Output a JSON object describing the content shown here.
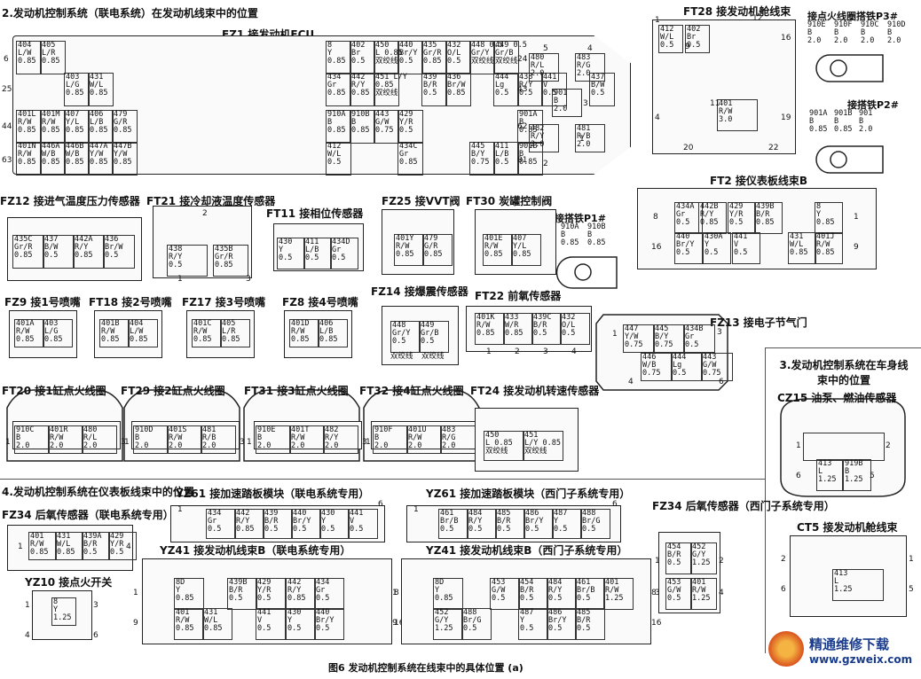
{
  "section1_title": "2.发动机控制系统（联电系统）在发动机线束中的位置",
  "section2_title": "3.发动机控制系统在车身线束中的位置",
  "section3_title": "4.发动机控制系统在仪表板线束中的位置",
  "figure_caption": "图6  发动机控制系统在线束中的具体位置 (a)",
  "watermark": {
    "site_cn": "精通维修下载",
    "url": "www.gzweix.com"
  },
  "ground_p3": {
    "title": "接点火线圈搭铁P3#",
    "pins": [
      {
        "code": "910E",
        "color": "B",
        "size": "2.0"
      },
      {
        "code": "910F",
        "color": "B",
        "size": "2.0"
      },
      {
        "code": "910C",
        "color": "B",
        "size": "2.0"
      },
      {
        "code": "910D",
        "color": "B",
        "size": "2.0"
      }
    ]
  },
  "ground_p2": {
    "title": "接搭铁P2#",
    "pins": [
      {
        "code": "901A",
        "color": "B",
        "size": "0.85"
      },
      {
        "code": "901B",
        "color": "B",
        "size": "0.85"
      },
      {
        "code": "901",
        "color": "B",
        "size": "2.0"
      }
    ]
  },
  "ground_p1": {
    "title": "接搭铁P1#",
    "pins": [
      {
        "code": "910A",
        "color": "B",
        "size": "0.85"
      },
      {
        "code": "910B",
        "color": "B",
        "size": "0.85"
      }
    ]
  },
  "connectors": {
    "fz1": {
      "title": "FZ1 接发动机ECU",
      "pins": [
        "404\nL/W\n0.85",
        "405\nL/R\n0.85",
        "8\nY\n0.85",
        "402\nBr\n0.5",
        "450\nL 0.85\n双绞线",
        "440\nBr/Y\n0.5",
        "435\nGr/R\n0.85",
        "432\nO/L\n0.5",
        "448 0.5\nGr/Y\n双绞线",
        "449 0.5\nGr/B\n双绞线",
        "403\nL/G\n0.85",
        "431\nW/L\n0.85",
        "434\nGr\n0.85",
        "442\nR/Y\n0.85",
        "451 L/Y\n0.85\n双绞线",
        "439\nB/R\n0.5",
        "436\nBr/W\n0.85",
        "444\nLg\n0.5",
        "438\nR/Y\n0.5",
        "441\nV\n0.5",
        "437\nB/W\n0.5",
        "401L\nR/W\n0.85",
        "401M\nR/W\n0.85",
        "407\nY/L\n0.85",
        "406\nL/B\n0.85",
        "479\nG/R\n0.85",
        "910A\nB\n0.85",
        "910B\nB\n0.85",
        "443\nG/W\n0.75",
        "429\nY/R\n0.5",
        "901A\nB\n0.85",
        "401N\nR/W\n0.85",
        "446A\nW/B\n0.85",
        "446B\nW/B\n0.85",
        "447A\nY/W\n0.85",
        "447B\nY/W\n0.85",
        "412\nW/L\n0.5",
        "434C\nGr\n0.85",
        "445\nB/Y\n0.75",
        "411\nL/B\n0.5",
        "901B\nB\n0.85",
        "480\nR/L\n2.0",
        "483\nR/G\n2.0",
        "901\nB\n2.0",
        "482\nR/Y\n2.0",
        "481\nR/B\n2.0"
      ],
      "pin_numbers": [
        "6",
        "25",
        "44",
        "63",
        "24",
        "43",
        "62",
        "81",
        "5",
        "4",
        "3",
        "1",
        "2"
      ]
    },
    "ft28": {
      "title": "FT28 接发动机舱线束",
      "pins": [
        "412\nW/L\n0.5",
        "402\nBr\n0.5",
        "401\nR/W\n3.0"
      ],
      "pin_numbers": [
        "1",
        "9",
        "12",
        "16",
        "4",
        "11",
        "19",
        "20",
        "22"
      ]
    },
    "ft2": {
      "title": "FT2 接仪表板线束B",
      "pins": [
        "434A\nGr\n0.5",
        "442B\nR/Y\n0.85",
        "429\nY/R\n0.5",
        "439B\nB/R\n0.85",
        "8\nY\n0.85",
        "440\nBr/Y\n0.5",
        "430A\nY\n0.5",
        "441\nV\n0.5",
        "431\nW/L\n0.85",
        "401J\nR/W\n0.85"
      ],
      "pin_numbers": [
        "8",
        "1",
        "16",
        "9"
      ]
    },
    "fz12": {
      "title": "FZ12 接进气温度压力传感器",
      "pins": [
        "435C\nGr/R\n0.85",
        "437\nB/W\n0.5",
        "442A\nR/Y\n0.85",
        "436\nBr/W\n0.5"
      ]
    },
    "ft21": {
      "title": "FT21 接冷却液温度传感器",
      "pins": [
        "438\nR/Y\n0.5",
        "435B\nGr/R\n0.85"
      ],
      "pin_numbers": [
        "2",
        "3",
        "1"
      ]
    },
    "ft11": {
      "title": "FT11 接相位传感器",
      "pins": [
        "430\nY\n0.5",
        "411\nL/B\n0.5",
        "434D\nGr\n0.5"
      ]
    },
    "fz25": {
      "title": "FZ25 接VVT阀",
      "pins": [
        "401Y\nR/W\n0.85",
        "479\nG/R\n0.85"
      ]
    },
    "ft30": {
      "title": "FT30 炭罐控制阀",
      "pins": [
        "401E\nR/W\n0.85",
        "407\nY/L\n0.85"
      ]
    },
    "fz9": {
      "title": "FZ9 接1号喷嘴",
      "pins": [
        "401A\nR/W\n0.85",
        "403\nL/G\n0.85"
      ]
    },
    "ft18": {
      "title": "FT18 接2号喷嘴",
      "pins": [
        "401B\nR/W\n0.85",
        "404\nL/W\n0.85"
      ]
    },
    "fz17": {
      "title": "FZ17 接3号喷嘴",
      "pins": [
        "401C\nR/W\n0.85",
        "405\nL/R\n0.85"
      ]
    },
    "fz8": {
      "title": "FZ8 接4号喷嘴",
      "pins": [
        "401D\nR/W\n0.85",
        "406\nL/B\n0.85"
      ]
    },
    "fz14": {
      "title": "FZ14 接爆震传感器",
      "pins": [
        "448\nGr/Y\n0.5",
        "449\nGr/B\n0.5"
      ],
      "notes": [
        "双绞线",
        "双绞线"
      ]
    },
    "ft22": {
      "title": "FT22 前氧传感器",
      "pins": [
        "401K\nR/W\n0.85",
        "433\nW/R\n0.85",
        "439C\nB/R\n0.5",
        "432\nO/L\n0.5"
      ],
      "pin_numbers": [
        "1",
        "2",
        "3",
        "4"
      ]
    },
    "fz13": {
      "title": "FZ13 接电子节气门",
      "pins": [
        "447\nY/W\n0.75",
        "445\nB/Y\n0.75",
        "434B\nGr\n0.5",
        "446\nW/B\n0.75",
        "444\nLg\n0.5",
        "443\nG/W\n0.75"
      ],
      "pin_numbers": [
        "1",
        "3",
        "4",
        "6"
      ]
    },
    "ft20": {
      "title": "FT20 接1缸点火线圈",
      "pins": [
        "910C\nB\n2.0",
        "401R\nR/W\n2.0",
        "480\nR/L\n2.0"
      ],
      "pin_numbers": [
        "1",
        "3"
      ]
    },
    "ft29": {
      "title": "FT29 接2缸点火线圈",
      "pins": [
        "910D\nB\n2.0",
        "401S\nR/W\n2.0",
        "481\nR/B\n2.0"
      ],
      "pin_numbers": [
        "1",
        "3"
      ]
    },
    "ft31": {
      "title": "FT31 接3缸点火线圈",
      "pins": [
        "910E\nB\n2.0",
        "401T\nR/W\n2.0",
        "482\nR/Y\n2.0"
      ],
      "pin_numbers": [
        "1",
        "3"
      ]
    },
    "ft32": {
      "title": "FT32 接4缸点火线圈",
      "pins": [
        "910F\nB\n2.0",
        "401U\nR/W\n2.0",
        "483\nR/G\n2.0"
      ],
      "pin_numbers": [
        "1",
        "3"
      ]
    },
    "ft24": {
      "title": "FT24 接发动机转速传感器",
      "pins": [
        "450\nL 0.85\n双绞线",
        "451\nL/Y 0.85\n双绞线"
      ]
    },
    "cz15": {
      "title": "CZ15 油泵、燃油传感器",
      "pins": [
        "413\nL\n1.25",
        "919B\nB\n1.25"
      ],
      "pin_numbers": [
        "1",
        "2",
        "5",
        "6"
      ]
    },
    "ct5": {
      "title": "CT5 接发动机舱线束",
      "pins": [
        "413\nL\n1.25"
      ],
      "pin_numbers": [
        "2",
        "1",
        "6",
        "5"
      ]
    },
    "fz34a": {
      "title": "FZ34 后氧传感器（联电系统专用）",
      "pins": [
        "401\nR/W\n0.85",
        "431\nW/L\n0.85",
        "439A\nB/R\n0.5",
        "429\nY/R\n0.5"
      ],
      "pin_numbers": [
        "1",
        "4"
      ]
    },
    "yz10": {
      "title": "YZ10 接点火开关",
      "pins": [
        "8\nY\n1.25"
      ],
      "pin_numbers": [
        "1",
        "3",
        "4",
        "6"
      ]
    },
    "yz61a": {
      "title": "YZ61 接加速踏板模块（联电系统专用）",
      "pins": [
        "434\nGr\n0.5",
        "442\nR/Y\n0.85",
        "439\nB/R\n0.5",
        "440\nBr/Y\n0.5",
        "430\nY\n0.5",
        "441\nV\n0.5"
      ],
      "pin_numbers": [
        "1",
        "6"
      ]
    },
    "yz61b": {
      "title": "YZ61 接加速踏板模块（西门子系统专用）",
      "pins": [
        "461\nBr/B\n0.5",
        "484\nR/Y\n0.5",
        "485\nB/R\n0.5",
        "486\nBr/Y\n0.5",
        "487\nY\n0.5",
        "488\nBr/G\n0.5"
      ],
      "pin_numbers": [
        "1",
        "6"
      ]
    },
    "yz41a": {
      "title": "YZ41 接发动机线束B（联电系统专用）",
      "pins": [
        "8D\nY\n0.85",
        "439B\nB/R\n0.5",
        "429\nY/R\n0.5",
        "442\nR/Y\n0.85",
        "434\nGr\n0.5",
        "401\nR/W\n0.85",
        "431\nW/L\n0.85",
        "441\nV\n0.5",
        "430\nY\n0.5",
        "440\nBr/Y\n0.5"
      ],
      "pin_numbers": [
        "1",
        "8",
        "9",
        "16"
      ]
    },
    "yz41b": {
      "title": "YZ41 接发动机线束B（西门子系统专用）",
      "pins": [
        "8D\nY\n0.85",
        "453\nG/W\n0.5",
        "454\nB/R\n0.5",
        "484\nR/Y\n0.5",
        "461\nBr/B\n0.5",
        "401\nR/W\n1.25",
        "452\nG/Y\n1.25",
        "488\nBr/G\n0.5",
        "487\nY\n0.5",
        "486\nBr/Y\n0.5",
        "485\nB/R\n0.5"
      ],
      "pin_numbers": [
        "1",
        "8",
        "9",
        "16"
      ]
    },
    "fz34b": {
      "title": "FZ34 后氧传感器（西门子系统专用）",
      "pins": [
        "454\nB/R\n0.5",
        "452\nG/Y\n1.25",
        "453\nG/W\n0.5",
        "401\nR/W\n1.25"
      ],
      "pin_numbers": [
        "1",
        "2",
        "3",
        "4"
      ]
    }
  }
}
